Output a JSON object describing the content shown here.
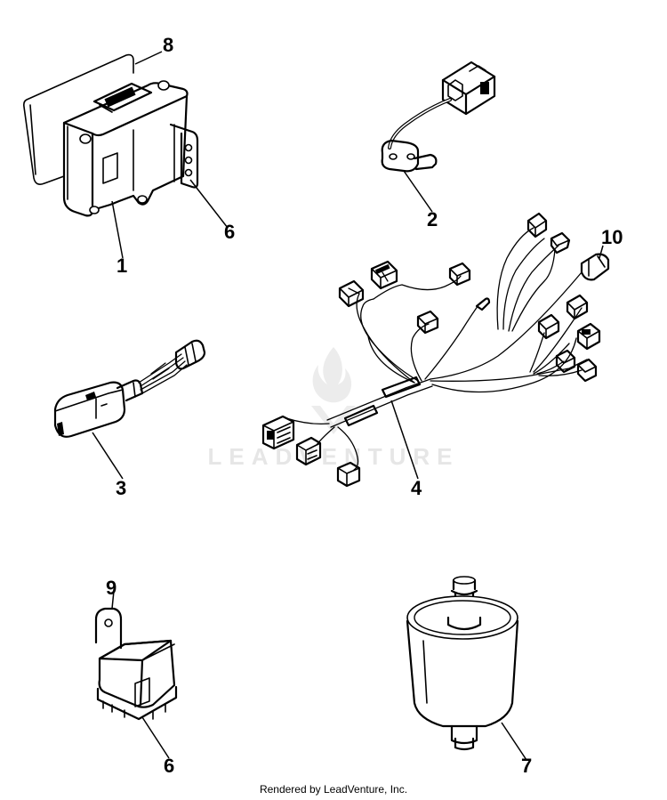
{
  "diagram": {
    "parts": [
      {
        "callout": "1",
        "part": "control-module"
      },
      {
        "callout": "2",
        "part": "sensor"
      },
      {
        "callout": "3",
        "part": "inline-connector"
      },
      {
        "callout": "4",
        "part": "wiring-harness"
      },
      {
        "callout": "6",
        "part": "bracket"
      },
      {
        "callout": "6",
        "part": "relay-base"
      },
      {
        "callout": "7",
        "part": "fuel-filter"
      },
      {
        "callout": "8",
        "part": "insulator-pad"
      },
      {
        "callout": "9",
        "part": "relay-bracket"
      },
      {
        "callout": "10",
        "part": "harness-connector"
      }
    ],
    "labels": {
      "l1": "1",
      "l2": "2",
      "l3": "3",
      "l4": "4",
      "l6a": "6",
      "l6b": "6",
      "l7": "7",
      "l8": "8",
      "l9": "9",
      "l10": "10"
    }
  },
  "watermark": {
    "text": "LEADVENTURE"
  },
  "footer": {
    "text": "Rendered by LeadVenture, Inc."
  },
  "colors": {
    "line": "#000000",
    "background": "#ffffff",
    "watermark": "#e6e6e6"
  }
}
